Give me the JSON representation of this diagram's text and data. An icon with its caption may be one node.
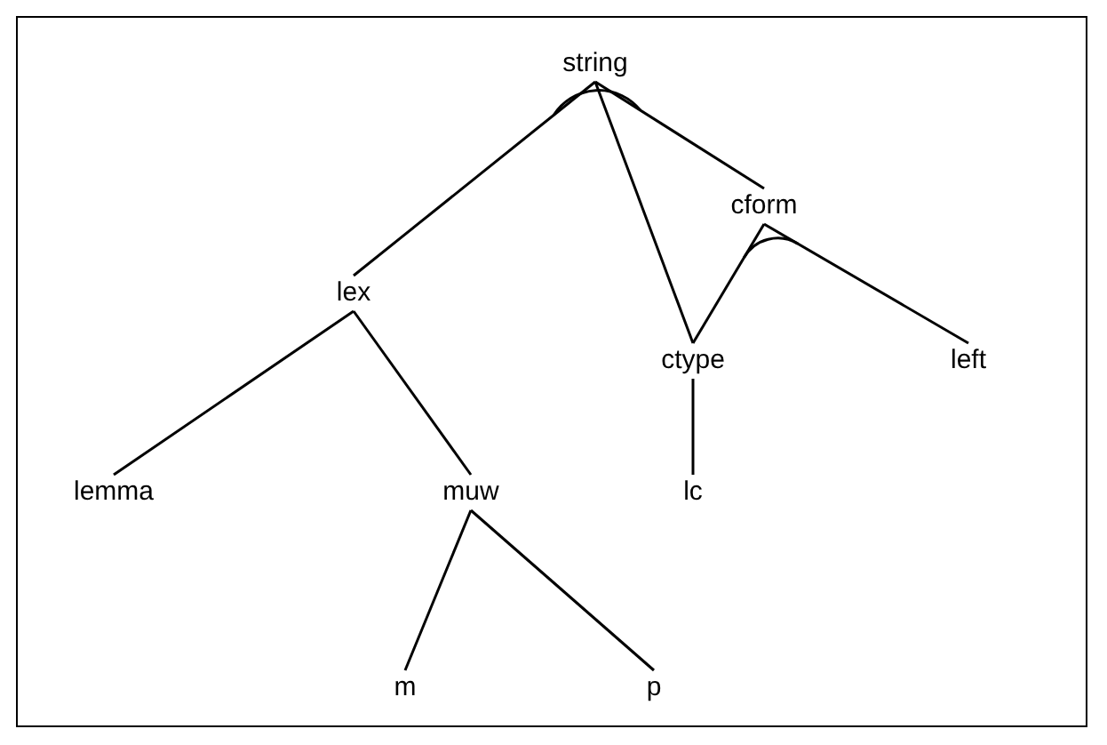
{
  "diagram": {
    "nodes": [
      {
        "text": [
          "string"
        ]
      },
      {
        "text": [
          "lex"
        ]
      },
      {
        "text": [
          "cform"
        ]
      },
      {
        "text": [
          "ctype"
        ]
      },
      {
        "text": [
          "left"
        ]
      },
      {
        "text": [
          "lemma"
        ]
      },
      {
        "text": [
          "muw"
        ]
      },
      {
        "text": [
          "lc"
        ]
      },
      {
        "text": [
          "m"
        ]
      },
      {
        "text": [
          "p"
        ]
      }
    ],
    "edges": [
      {
        "from": 0,
        "to": 1,
        "arrow": "none"
      },
      {
        "from": 0,
        "to": 3,
        "arrow": "none"
      },
      {
        "from": 0,
        "to": 2,
        "arrow": "none"
      },
      {
        "from": 2,
        "to": 3,
        "arrow": "none"
      },
      {
        "from": 2,
        "to": 4,
        "arrow": "none"
      },
      {
        "from": 3,
        "to": 7,
        "arrow": "none"
      },
      {
        "from": 1,
        "to": 5,
        "arrow": "none"
      },
      {
        "from": 1,
        "to": 6,
        "arrow": "none"
      },
      {
        "from": 6,
        "to": 8,
        "arrow": "none"
      },
      {
        "from": 6,
        "to": 9,
        "arrow": "none"
      }
    ]
  }
}
